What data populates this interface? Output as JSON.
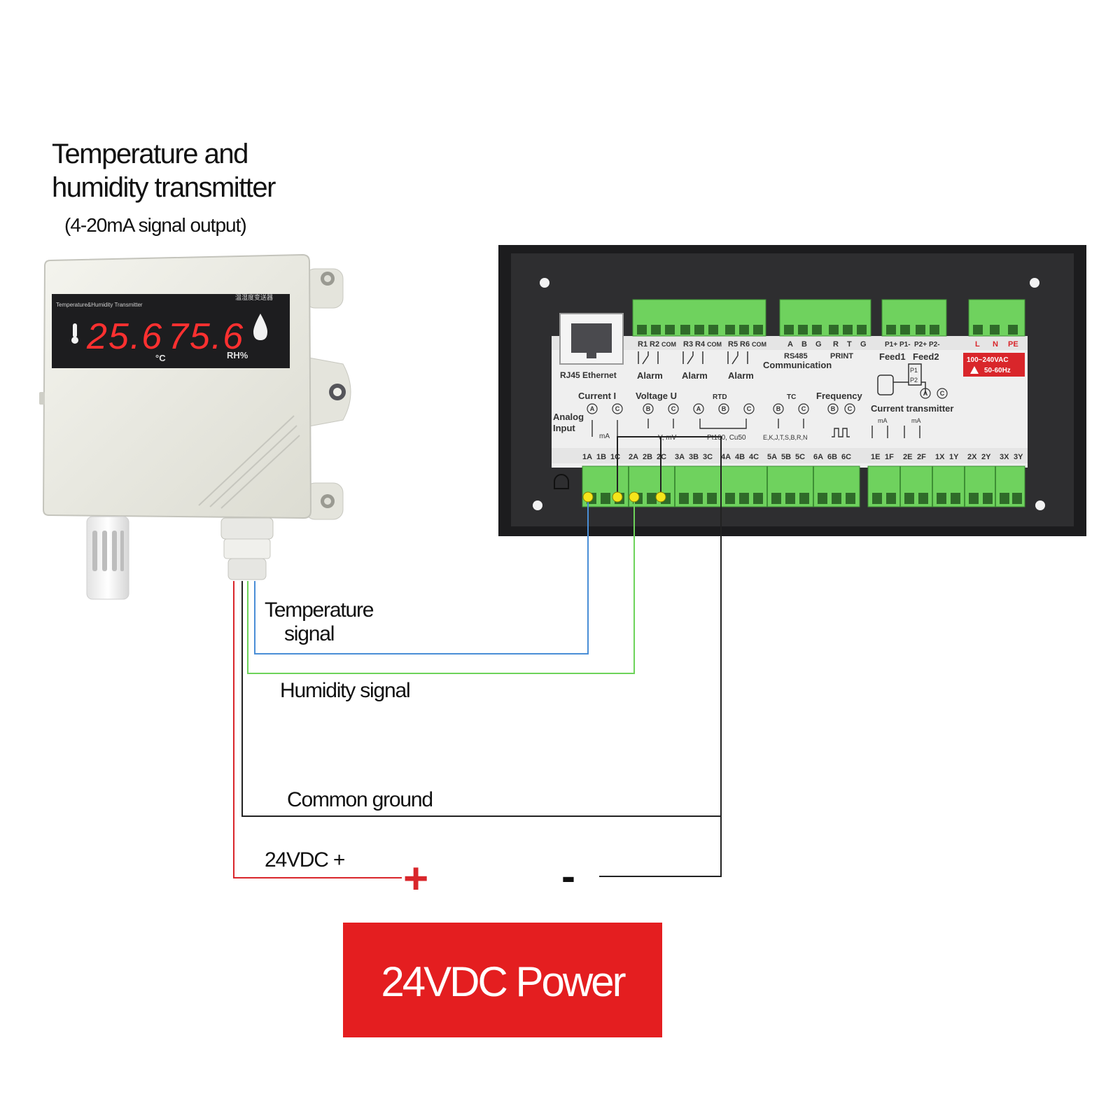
{
  "transmitter": {
    "title_line1": "Temperature and",
    "title_line2": "humidity transmitter",
    "subtitle": "(4-20mA signal output)",
    "device_label": "Temperature&Humidity Transmitter",
    "cn_label": "温湿度变送器",
    "temperature_value": "25.6",
    "humidity_value": "75.6",
    "temperature_unit": "°C",
    "humidity_unit": "RH%"
  },
  "controller": {
    "top_terminals": [
      "R1",
      "R2",
      "COM",
      "R3",
      "R4",
      "COM",
      "R5",
      "R6",
      "COM",
      "A",
      "B",
      "G",
      "R",
      "T",
      "G",
      "P1+",
      "P1-",
      "P2+",
      "P2-",
      "L",
      "N",
      "PE"
    ],
    "rj45_label": "RJ45 Ethernet",
    "alarm_label": "Alarm",
    "rs485_label": "RS485",
    "print_label": "PRINT",
    "communication_label": "Communication",
    "feed1_label": "Feed1",
    "feed2_label": "Feed2",
    "power_rating_line1": "100~240VAC",
    "power_rating_line2": "50-60Hz",
    "current_label": "Current I",
    "voltage_label": "Voltage U",
    "rtd_label": "RTD",
    "tc_label": "TC",
    "frequency_label": "Frequency",
    "current_transmitter_label": "Current transmitter",
    "analog_input_line1": "Analog",
    "analog_input_line2": "Input",
    "ma_label": "mA",
    "v_mv_label": "V, mV",
    "rtd_types": "Pt100, Cu50",
    "tc_types": "E,K,J,T,S,B,R,N",
    "bottom_terminals": [
      "1A",
      "1B",
      "1C",
      "2A",
      "2B",
      "2C",
      "3A",
      "3B",
      "3C",
      "4A",
      "4B",
      "4C",
      "5A",
      "5B",
      "5C",
      "6A",
      "6B",
      "6C",
      "1E",
      "1F",
      "2E",
      "2F",
      "1X",
      "1Y",
      "2X",
      "2Y",
      "3X",
      "3Y"
    ]
  },
  "wiring": {
    "temperature_signal_line1": "Temperature",
    "temperature_signal_line2": "signal",
    "humidity_signal": "Humidity signal",
    "common_ground": "Common ground",
    "vdc_plus": "24VDC +",
    "plus_symbol": "+",
    "minus_symbol": "-",
    "colors": {
      "temperature": "#4a8ed6",
      "humidity": "#6dd35a",
      "ground": "#222222",
      "positive": "#d9262b"
    }
  },
  "power": {
    "label": "24VDC Power",
    "color": "#e41e20"
  }
}
